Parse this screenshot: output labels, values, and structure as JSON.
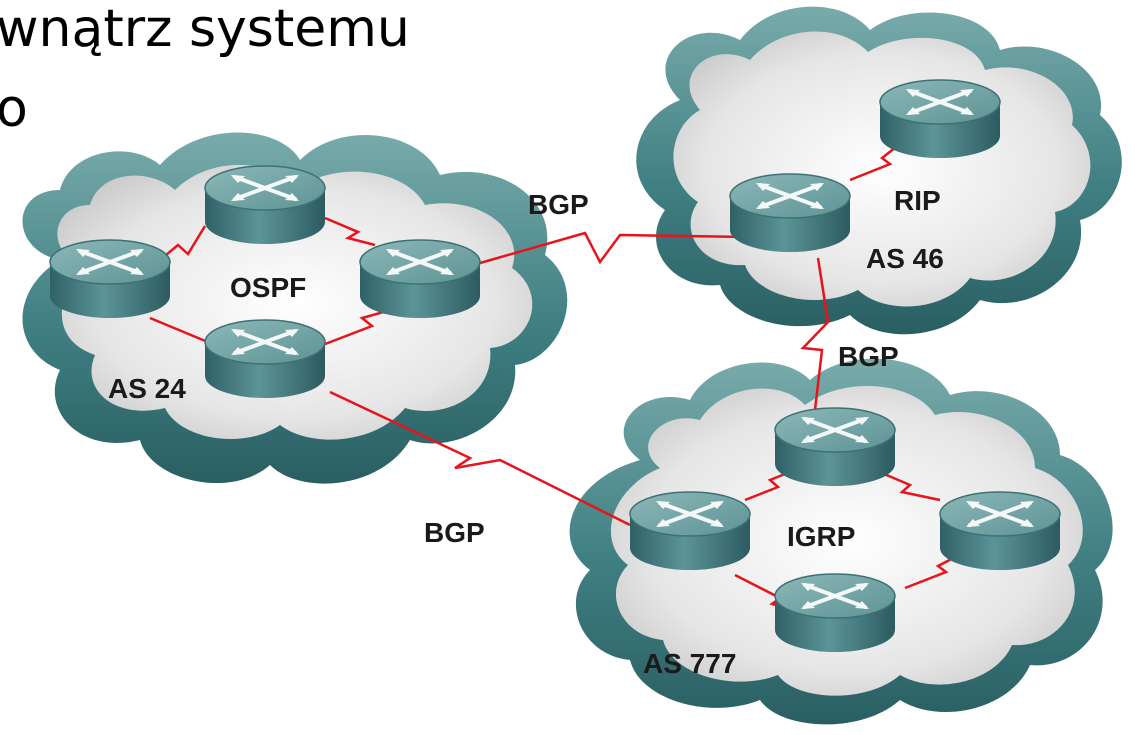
{
  "title": {
    "line1": "wnątrz systemu",
    "line2": "o"
  },
  "systems": [
    {
      "as_label": "AS 24",
      "protocol": "OSPF"
    },
    {
      "as_label": "AS 46",
      "protocol": "RIP"
    },
    {
      "as_label": "AS 777",
      "protocol": "IGRP"
    }
  ],
  "inter_as_links": [
    {
      "label": "BGP"
    },
    {
      "label": "BGP"
    },
    {
      "label": "BGP"
    }
  ],
  "colors": {
    "link": "#e8131b",
    "cloud_rim": "#4f8c8e",
    "cloud_fill": "#ececec",
    "router_top": "#6d9ea0",
    "router_side": "#3b6e72"
  }
}
